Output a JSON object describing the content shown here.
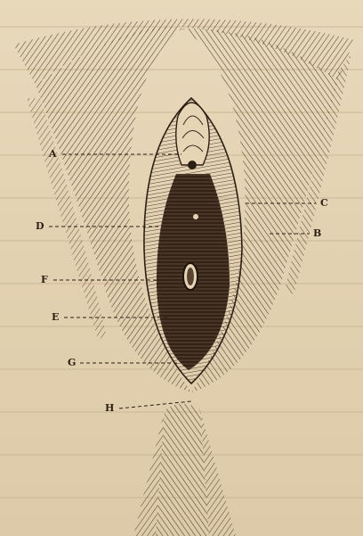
{
  "figure": {
    "labels": {
      "a": "A",
      "b": "B",
      "c": "C",
      "d": "D",
      "e": "E",
      "f": "F",
      "g": "G",
      "h": "H"
    }
  },
  "colors": {
    "paper": "#e3d3b3",
    "ink": "#2b1f14",
    "shade": "#3a2a1c"
  }
}
